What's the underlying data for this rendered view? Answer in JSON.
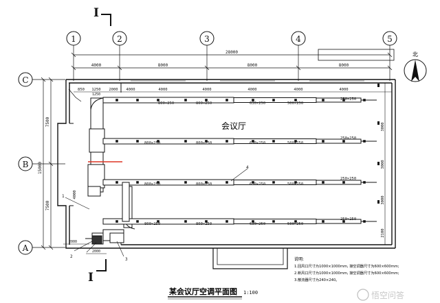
{
  "section_marks": {
    "top": "I",
    "bottom": "I"
  },
  "axes_columns": [
    "1",
    "2",
    "3",
    "4",
    "5"
  ],
  "axes_rows": [
    "C",
    "B",
    "A"
  ],
  "dims": {
    "total_top": "28000",
    "bays_top": [
      "4000",
      "8000",
      "8000",
      "8000"
    ],
    "room_top": [
      "850",
      "1250",
      "2000",
      "4000",
      "4000",
      "4000",
      "4000",
      "4000",
      "4000"
    ],
    "room_top_small": "1250",
    "left_total": "15000",
    "left_upper": "7500",
    "left_lower": "7500",
    "left_inner": "4000",
    "right_bays": [
      "3000",
      "3000",
      "3000",
      "2100"
    ],
    "bottom_small": "2000",
    "bottom_left": "2000"
  },
  "ducts": {
    "size_800": "800×250",
    "size_630": "630×250",
    "size_500": "500×250",
    "size_250": "250×250"
  },
  "room_label": "会议厅",
  "north_label": "北",
  "callouts": [
    "1",
    "2",
    "3",
    "4"
  ],
  "notes": {
    "title": "说明:",
    "lines": [
      "1.回风口尺寸为1000×1000mm, 接空调器尺寸为600×600mm;",
      "2.新风口尺寸为1000×1000mm, 接空调器尺寸为600×600mm;",
      "3.散流器尺寸为240×240。"
    ]
  },
  "drawing_title": "某会议厅空调平面图",
  "scale": "1:100",
  "watermark": "悟空问答"
}
